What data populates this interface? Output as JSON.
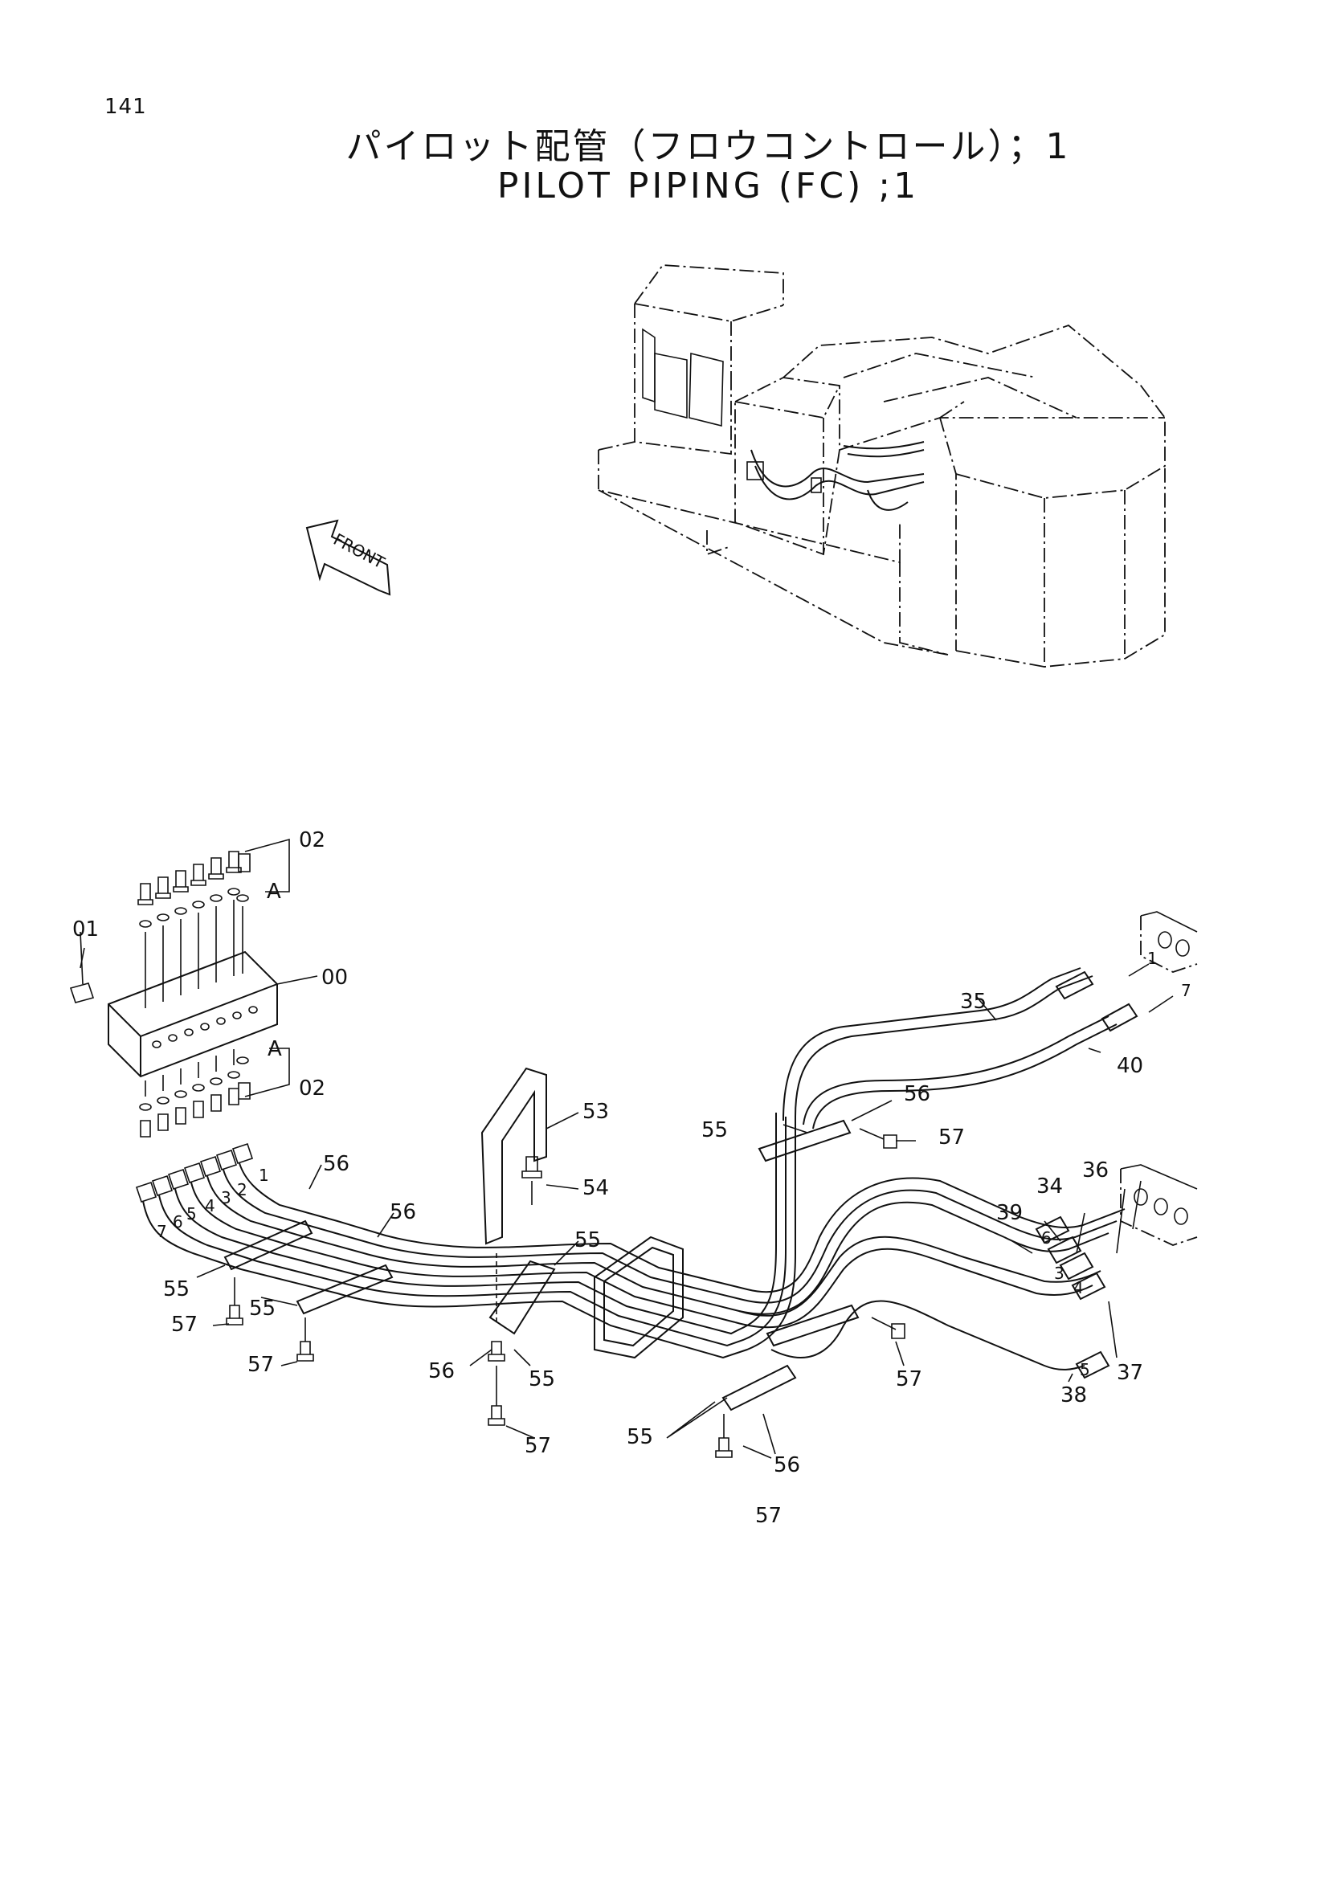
{
  "page_number": "141",
  "title_jp": "パイロット配管（フロウコントロール）；1",
  "title_en": "PILOT PIPING (FC) ;1",
  "front_label": "FRONT",
  "callouts": {
    "c00": "00",
    "c01": "01",
    "c02a": "02",
    "c02b": "02",
    "cAa": "A",
    "cAb": "A",
    "c53": "53",
    "c54": "54",
    "c55a": "55",
    "c55b": "55",
    "c55c": "55",
    "c55d": "55",
    "c55e": "55",
    "c55f": "55",
    "c56a": "56",
    "c56b": "56",
    "c56c": "56",
    "c56d": "56",
    "c56e": "56",
    "c57a": "57",
    "c57b": "57",
    "c57c": "57",
    "c57d": "57",
    "c57e": "57",
    "c57f": "57",
    "c34": "34",
    "c35": "35",
    "c36": "36",
    "c37": "37",
    "c38": "38",
    "c39": "39",
    "c40": "40"
  },
  "hose_numbers": [
    "1",
    "2",
    "3",
    "4",
    "5",
    "6",
    "7"
  ],
  "right_hose_numbers": [
    "6",
    "3",
    "4",
    "5",
    "1",
    "7"
  ]
}
